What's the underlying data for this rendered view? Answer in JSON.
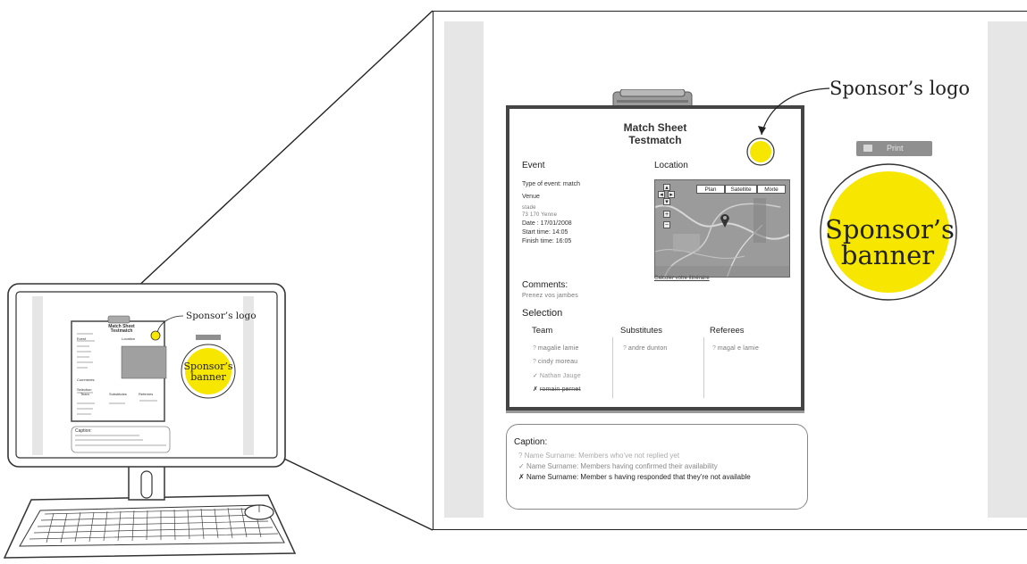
{
  "callouts": {
    "sponsor_logo": "Sponsor’s logo",
    "sponsor_banner_line1": "Sponsor’s",
    "sponsor_banner_line2": "banner"
  },
  "toolbar": {
    "print_label": "Print",
    "print_icon": "printer-icon"
  },
  "sheet": {
    "title_line1": "Match Sheet",
    "title_line2": "Testmatch",
    "event_heading": "Event",
    "event_type": "Type of event: match",
    "venue_label": "Venue",
    "venue_name": "stade",
    "venue_address": "73 170 Yenne",
    "date": "Date : 17/01/2008",
    "start_time": "Start time: 14:05",
    "finish_time": "Finish time: 16:05",
    "location_heading": "Location",
    "map_buttons": [
      "Plan",
      "Satellite",
      "Mixte"
    ],
    "map_link": "Calculer votre itinéraire",
    "comments_label": "Comments:",
    "comments_value": "Prenez vos jambes",
    "selection_heading": "Selection",
    "columns": {
      "team": "Team",
      "substitutes": "Substitutes",
      "referees": "Referees"
    },
    "team": [
      {
        "name": "magalie lamie",
        "status": "not-replied"
      },
      {
        "name": "cindy moreau",
        "status": "not-replied"
      },
      {
        "name": "Nathan Jauge",
        "status": "confirmed"
      },
      {
        "name": "romain pernet",
        "status": "not-available"
      }
    ],
    "substitutes": [
      {
        "name": "andre dunton",
        "status": "not-replied"
      }
    ],
    "referees": [
      {
        "name": "magal e lamie",
        "status": "not-replied"
      }
    ]
  },
  "caption": {
    "title": "Caption:",
    "items": [
      {
        "icon": "question-mark-icon",
        "text": "Name Surname: Members who’ve not replied yet"
      },
      {
        "icon": "check-mark-icon",
        "text": "Name Surname: Members having confirmed their  availability"
      },
      {
        "icon": "cross-mark-icon",
        "text": "Name Surname: Member s having responded that they’re not available"
      }
    ]
  },
  "colors": {
    "sponsor_yellow": "#f7e600",
    "side_bar_gray": "#e6e6e6",
    "print_button_gray": "#8f8f8f"
  }
}
